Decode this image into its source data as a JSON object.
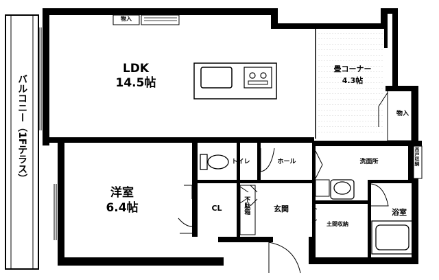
{
  "floor_plan": {
    "rooms": {
      "ldk": {
        "name": "LDK",
        "size": "14.5帖"
      },
      "tatami": {
        "name": "畳コーナー",
        "size": "4.3帖"
      },
      "western": {
        "name": "洋室",
        "size": "6.4帖"
      },
      "closet": {
        "name": "CL"
      },
      "toilet": {
        "name": "トイレ"
      },
      "hall": {
        "name": "ホール"
      },
      "washroom": {
        "name": "洗面所"
      },
      "hanging_storage": {
        "name": "吊戸収納"
      },
      "shoe_box": {
        "name": "下駄箱"
      },
      "entrance": {
        "name": "玄関"
      },
      "doma_storage": {
        "name": "土間収納"
      },
      "bathroom": {
        "name": "浴室"
      },
      "storage_top": {
        "name": "物入"
      },
      "storage_right": {
        "name": "物入"
      },
      "balcony": {
        "name": "バルコニー（1Fテラス）"
      }
    }
  }
}
